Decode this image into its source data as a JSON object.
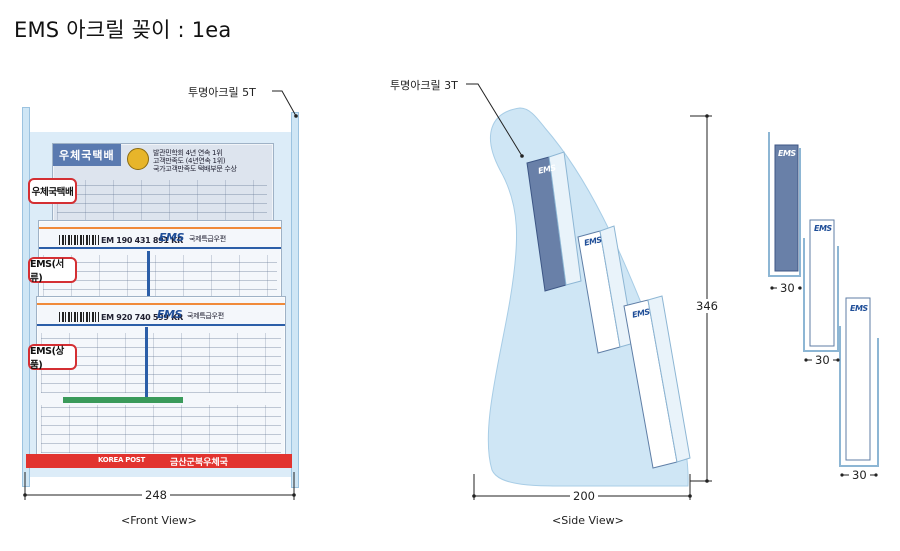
{
  "title": "EMS 아크릴 꽂이 : 1ea",
  "labels": {
    "acrylic_5t": "투명아크릴 5T",
    "acrylic_3t": "투명아크릴 3T"
  },
  "front_view": {
    "caption": "<Front View>",
    "width_dim": "248",
    "tags": [
      "우체국택배",
      "EMS(서류)",
      "EMS(상품)"
    ],
    "form1": {
      "header": "우체국택배",
      "notice_lines": [
        "발관민학회 4년 연속 1위",
        "고객만족도 (4년연속 1위)",
        "국가고객만족도 택배부문 수상"
      ]
    },
    "form2": {
      "tracking": "EM 190 431 891 KR",
      "logo": "EMS",
      "logo_sub": "국제특급우편"
    },
    "form3": {
      "tracking": "EM 920 740 599 KR",
      "logo": "EMS",
      "logo_sub": "국제특급우편"
    },
    "footer": {
      "brand": "KOREA POST",
      "office": "금산군북우체국"
    }
  },
  "side_view": {
    "caption": "<Side View>",
    "width_dim": "200",
    "height_dim": "346",
    "pocket_logo": "EMS"
  },
  "detail_view": {
    "pocket_dims": [
      "30",
      "30",
      "30"
    ],
    "pocket_logo": "EMS"
  },
  "colors": {
    "acrylic_fill": "#cfe6f5",
    "acrylic_edge": "#a8cde6",
    "pocket_dark": "#5a73a0",
    "tag_border": "#d42f33",
    "footer_red": "#e2332f"
  }
}
